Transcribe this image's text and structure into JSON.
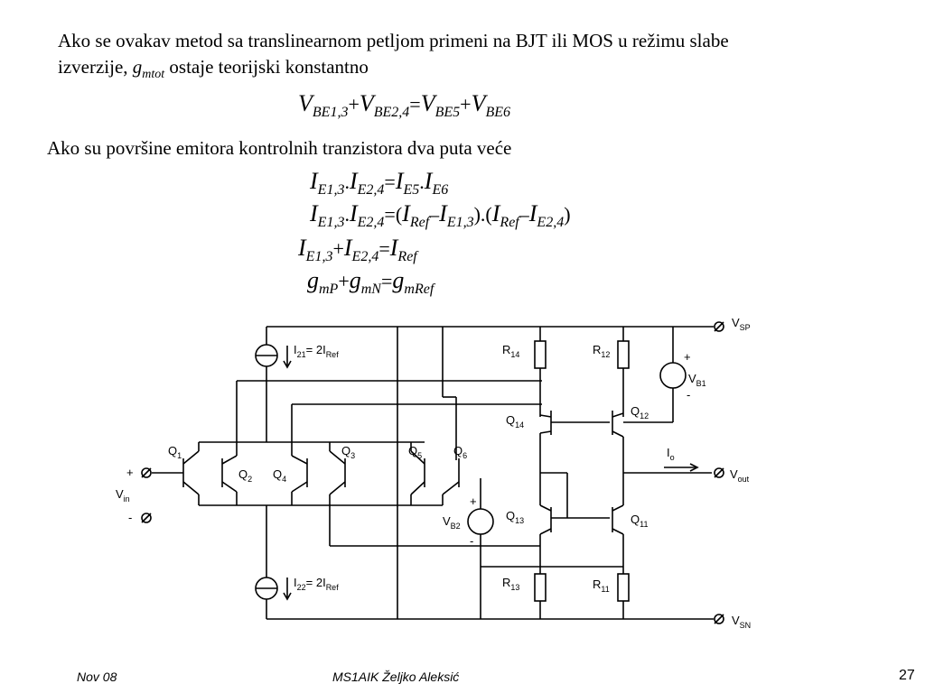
{
  "paragraph1_a": "Ako se ovakav metod sa translinearnom petljom primeni na BJT ili MOS u režimu slabe",
  "paragraph1_b_pre": "izverzije,",
  "paragraph1_gm": "g",
  "paragraph1_gm_sub": "mtot",
  "paragraph1_b_post": "ostaje teorijski konstantno",
  "paragraph2": "Ako su površine emitora kontrolnih tranzistora dva puta veće",
  "eq1": {
    "a": "V",
    "a_sub": "BE1,3",
    "op1": "+",
    "b": "V",
    "b_sub": "BE2,4",
    "eq": "=",
    "c": "V",
    "c_sub": "BE5",
    "op2": "+",
    "d": "V",
    "d_sub": "BE6"
  },
  "eq2": {
    "a": "I",
    "a_sub": "E1,3",
    "dot1": ".",
    "b": "I",
    "b_sub": "E2,4",
    "eq": "=",
    "c": "I",
    "c_sub": "E5",
    "dot2": ".",
    "d": "I",
    "d_sub": "E6"
  },
  "eq3": {
    "a": "I",
    "a_sub": "E1,3",
    "dot1": ".",
    "b": "I",
    "b_sub": "E2,4",
    "eq": "=(",
    "c": "I",
    "c_sub": "Ref",
    "m1": "–",
    "d": "I",
    "d_sub": "E1,3",
    "mid": ").(",
    "e": "I",
    "e_sub": "Ref",
    "m2": "–",
    "f": "I",
    "f_sub": "E2,4",
    "end": ")"
  },
  "eq4": {
    "a": "I",
    "a_sub": "E1,3",
    "op": "+",
    "b": "I",
    "b_sub": "E2,4",
    "eq": "=",
    "c": "I",
    "c_sub": "Ref"
  },
  "eq5": {
    "a": "g",
    "a_sub": "mP",
    "op": "+",
    "b": "g",
    "b_sub": "mN",
    "eq": "=",
    "c": "g",
    "c_sub": "mRef"
  },
  "circuit": {
    "vsp": "V",
    "vsp_sub": "SP",
    "vsn": "V",
    "vsn_sub": "SN",
    "vout": "V",
    "vout_sub": "out",
    "io": "I",
    "io_sub": "o",
    "i21": "I",
    "i21_sub": "21",
    "i21_eq": "= 2I",
    "i21_ref": "Ref",
    "i22": "I",
    "i22_sub": "22",
    "i22_eq": "= 2I",
    "i22_ref": "Ref",
    "vin": "V",
    "vin_sub": "in",
    "plus": "+",
    "minus": "-",
    "vb1": "V",
    "vb1_sub": "B1",
    "vb2": "V",
    "vb2_sub": "B2",
    "q1": "Q",
    "q1_sub": "1",
    "q2": "Q",
    "q2_sub": "2",
    "q3": "Q",
    "q3_sub": "3",
    "q4": "Q",
    "q4_sub": "4",
    "q5": "Q",
    "q5_sub": "5",
    "q6": "Q",
    "q6_sub": "6",
    "q11": "Q",
    "q11_sub": "11",
    "q12": "Q",
    "q12_sub": "12",
    "q13": "Q",
    "q13_sub": "13",
    "q14": "Q",
    "q14_sub": "14",
    "r11": "R",
    "r11_sub": "11",
    "r12": "R",
    "r12_sub": "12",
    "r13": "R",
    "r13_sub": "13",
    "r14": "R",
    "r14_sub": "14"
  },
  "footer": {
    "date": "Nov 08",
    "author": "MS1AIK   Željko Aleksić",
    "page": "27"
  }
}
